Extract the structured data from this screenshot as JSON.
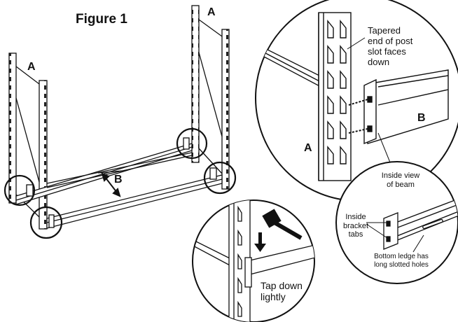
{
  "figure_title": "Figure 1",
  "labels": {
    "frame_a_left": "A",
    "frame_a_right": "A",
    "beam_b": "B",
    "detail_post_a": "A",
    "detail_beam_b": "B"
  },
  "callouts": {
    "tapered_slot_line1": "Tapered",
    "tapered_slot_line2": "end of post",
    "tapered_slot_line3": "slot faces",
    "tapered_slot_line4": "down",
    "inside_view_line1": "Inside view",
    "inside_view_line2": "of beam",
    "bracket_tabs_line1": "Inside",
    "bracket_tabs_line2": "bracket",
    "bracket_tabs_line3": "tabs",
    "ledge_line1": "Bottom ledge has",
    "ledge_line2": "long slotted holes",
    "tap_line1": "Tap down",
    "tap_line2": "lightly"
  },
  "icons": [
    "hammer-icon",
    "arrow-down-icon"
  ]
}
